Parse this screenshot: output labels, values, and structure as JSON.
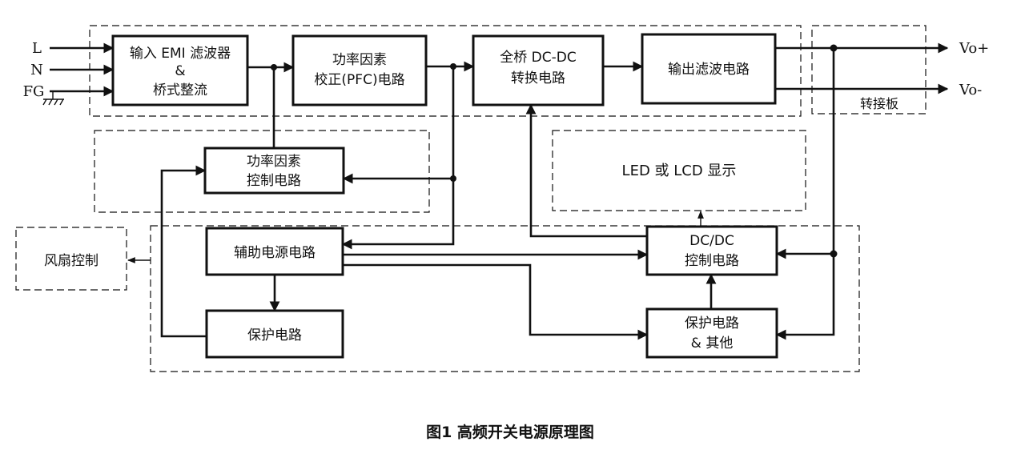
{
  "inputs": {
    "l": "L",
    "n": "N",
    "fg": "FG"
  },
  "outputs": {
    "vo_plus": "Vo+",
    "vo_minus": "Vo-"
  },
  "blocks": {
    "emi": [
      "输入 EMI 滤波器",
      "&",
      "桥式整流"
    ],
    "pfc": [
      "功率因素",
      "校正(PFC)电路"
    ],
    "dcdc": [
      "全桥 DC-DC",
      "转换电路"
    ],
    "filter": [
      "输出滤波电路"
    ],
    "pfc_control": [
      "功率因素",
      "控制电路"
    ],
    "aux_power": [
      "辅助电源电路"
    ],
    "protect": [
      "保护电路"
    ],
    "dc_control": [
      "DC/DC",
      "控制电路"
    ],
    "protect_other": [
      "保护电路",
      "&  其他"
    ],
    "display": [
      "LED 或 LCD 显示"
    ],
    "fan": [
      "风扇控制"
    ],
    "adapter": [
      "转接板"
    ]
  },
  "caption": "图1   高频开关电源原理图"
}
